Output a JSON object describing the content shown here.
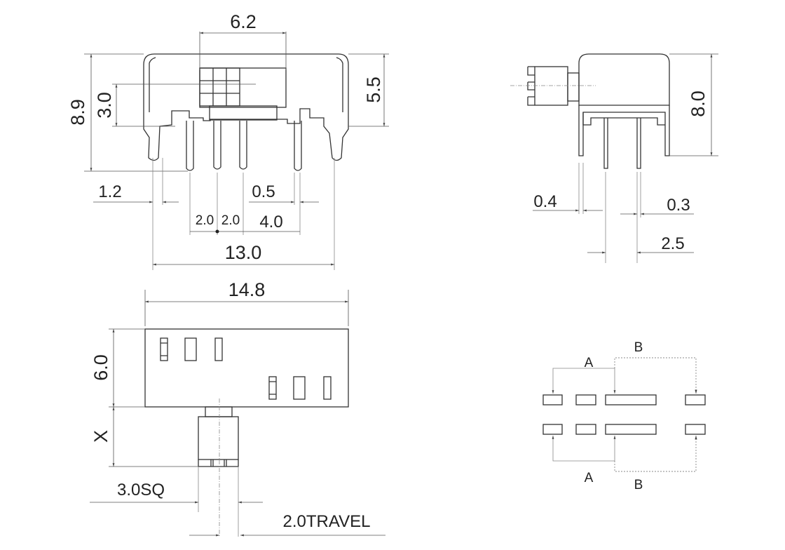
{
  "front_view": {
    "dim_top_width": "6.2",
    "dim_total_height": "8.9",
    "dim_actuator_height": "3.0",
    "dim_body_height": "5.5",
    "dim_tab_width": "1.2",
    "dim_pin_width": "0.5",
    "dim_pitch_1": "2.0",
    "dim_pitch_2": "2.0",
    "dim_pitch_3": "4.0",
    "dim_tab_span": "13.0"
  },
  "side_view": {
    "dim_height": "8.0",
    "dim_tab_thickness": "0.4",
    "dim_pin_thickness": "0.3",
    "dim_pin_row_spacing": "2.5"
  },
  "bottom_view": {
    "dim_length": "14.8",
    "dim_width": "6.0",
    "dim_actuator_length": "X",
    "dim_actuator_size": "3.0SQ",
    "dim_travel": "2.0TRAVEL"
  },
  "schematic": {
    "label_a_top": "A",
    "label_b_top": "B",
    "label_a_bottom": "A",
    "label_b_bottom": "B"
  }
}
